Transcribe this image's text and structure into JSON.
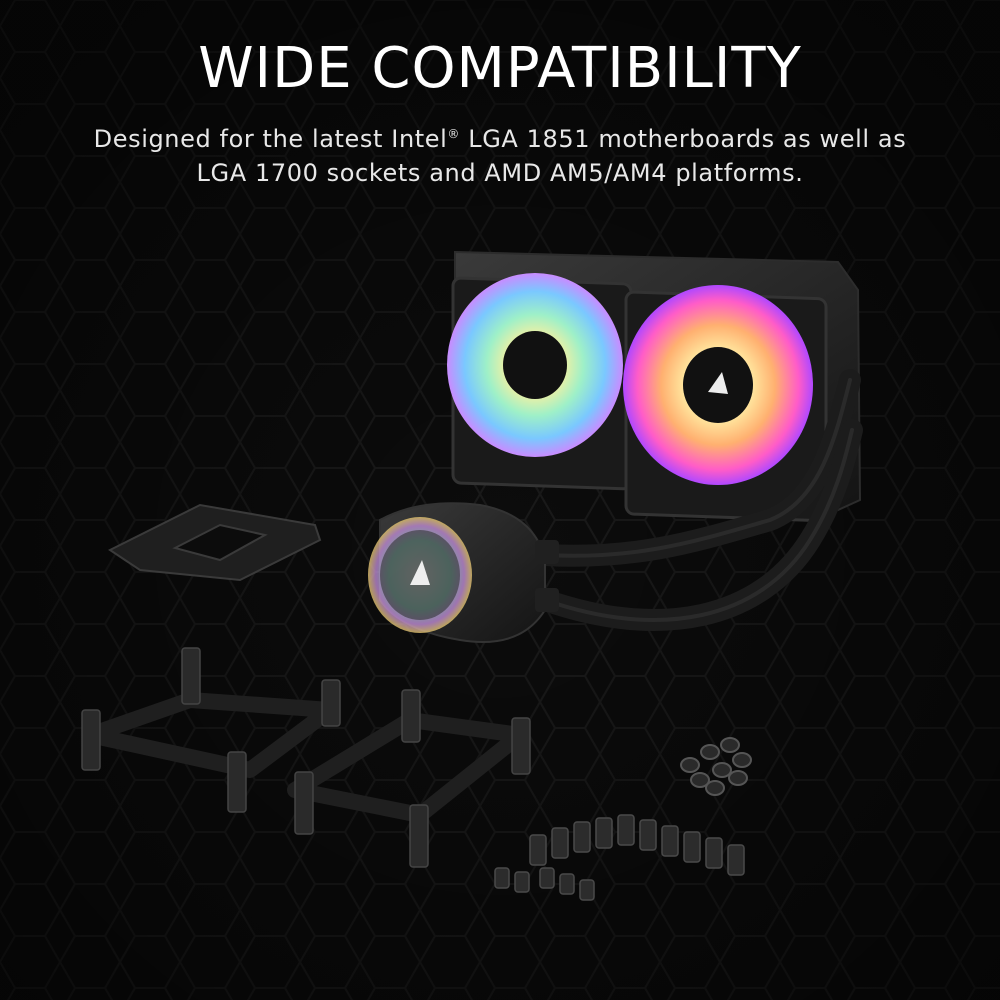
{
  "headline": "WIDE COMPATIBILITY",
  "subtitle": {
    "line1_before_mark": "Designed for the latest Intel",
    "trademark": "®",
    "line1_after_mark": " LGA 1851 motherboards as well as",
    "line2": "LGA 1700 sockets and AMD AM5/AM4 platforms."
  },
  "colors": {
    "background": "#0c0c0c",
    "text": "#ffffff",
    "hardware": "#1e1e1e"
  },
  "icons": {
    "fan": "rgb-fan-icon",
    "pump": "pump-head-icon",
    "logo": "corsair-sails-icon"
  }
}
